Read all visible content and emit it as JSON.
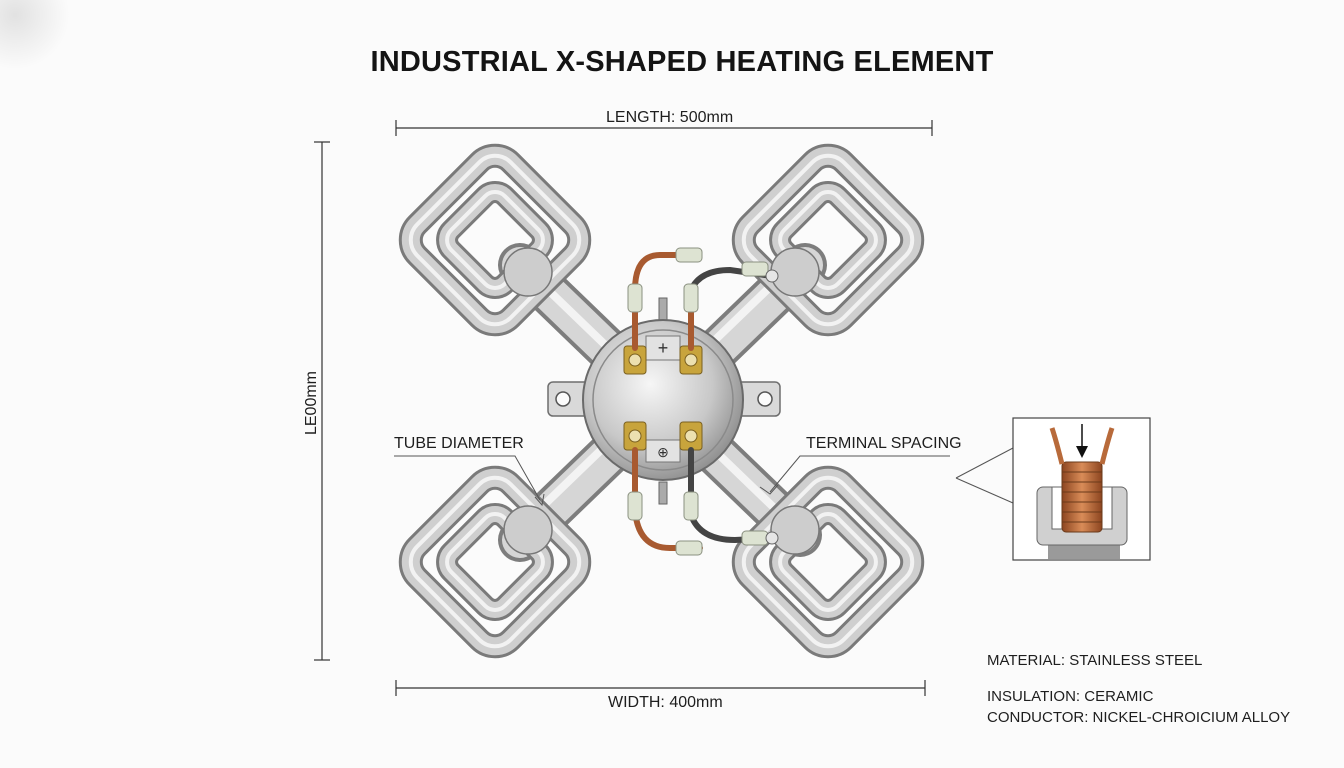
{
  "title": "INDUSTRIAL X-SHAPED HEATING ELEMENT",
  "dimensions": {
    "length": "LENGTH: 500mm",
    "width": "WIDTH: 400mm",
    "height": "LE00mm"
  },
  "callouts": {
    "tube_diameter": "TUBE DIAMETER",
    "terminal_spacing": "TERMINAL SPACING"
  },
  "specs": {
    "material": "MATERIAL: STAINLESS STEEL",
    "insulation": "INSULATION: CERAMIC",
    "conductor": "CONDUCTOR: NICKEL-CHROICIUM ALLOY"
  },
  "colors": {
    "steel": "#bdbdbd",
    "copper": "#c0693a",
    "insulator": "#d9e0cf",
    "brass": "#c8a43c",
    "dim_line": "#333333"
  }
}
